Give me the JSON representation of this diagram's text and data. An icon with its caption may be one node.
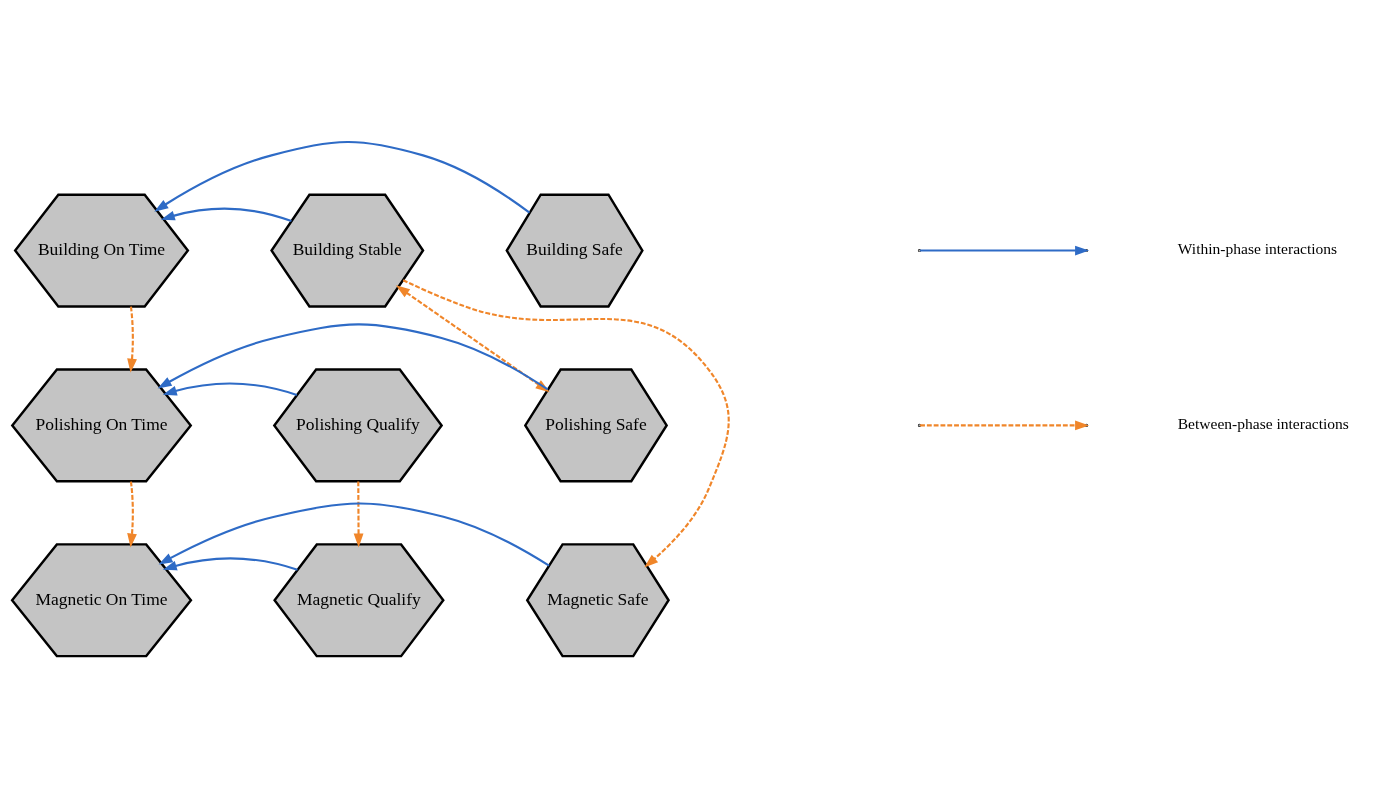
{
  "diagram": {
    "nodes": [
      {
        "text": [
          "Building On Time"
        ]
      },
      {
        "text": [
          "Building Stable"
        ]
      },
      {
        "text": [
          "Building Safe"
        ]
      },
      {
        "text": [
          "Polishing On Time"
        ]
      },
      {
        "text": [
          "Polishing Qualify"
        ]
      },
      {
        "text": [
          "Polishing Safe"
        ]
      },
      {
        "text": [
          "Magnetic On Time"
        ]
      },
      {
        "text": [
          "Magnetic Qualify"
        ]
      },
      {
        "text": [
          "Magnetic Safe"
        ]
      }
    ],
    "edges": [
      {
        "from": 2,
        "to": 0,
        "arrow": "to",
        "color": "#2e6bc6"
      },
      {
        "from": 1,
        "to": 0,
        "arrow": "to",
        "color": "#2e6bc6"
      },
      {
        "from": 0,
        "to": 3,
        "arrow": "to",
        "style": "dashed",
        "color": "#f0862a"
      },
      {
        "from": 1,
        "to": 5,
        "arrow": "both",
        "style": "dashed",
        "color": "#f0862a"
      },
      {
        "from": 1,
        "to": 8,
        "arrow": "to",
        "style": "dashed",
        "color": "#f0862a"
      },
      {
        "from": 5,
        "to": 3,
        "arrow": "to",
        "color": "#2e6bc6"
      },
      {
        "from": 4,
        "to": 3,
        "arrow": "to",
        "color": "#2e6bc6"
      },
      {
        "from": 3,
        "to": 6,
        "arrow": "to",
        "style": "dashed",
        "color": "#f0862a"
      },
      {
        "from": 4,
        "to": 7,
        "arrow": "to",
        "style": "dashed",
        "color": "#f0862a"
      },
      {
        "from": 8,
        "to": 6,
        "arrow": "to",
        "color": "#2e6bc6"
      },
      {
        "from": 7,
        "to": 6,
        "arrow": "to",
        "color": "#2e6bc6"
      }
    ],
    "legend": [
      {
        "text": "Within-phase interactions"
      },
      {
        "text": "Between-phase interactions"
      }
    ]
  }
}
